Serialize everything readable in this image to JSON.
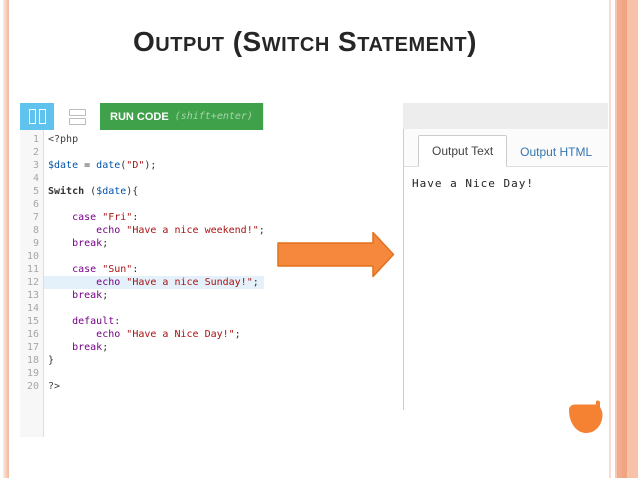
{
  "slide": {
    "title": "Output (Switch Statement)"
  },
  "editor": {
    "toolbar": {
      "run_label": "RUN CODE",
      "run_hint": "(shift+enter)"
    },
    "highlight_line": 12,
    "lines": [
      {
        "n": 1,
        "segments": [
          {
            "t": "<?php",
            "c": "meta"
          }
        ]
      },
      {
        "n": 2,
        "segments": []
      },
      {
        "n": 3,
        "segments": [
          {
            "t": "$date",
            "c": "var"
          },
          {
            "t": " = ",
            "c": "plain"
          },
          {
            "t": "date",
            "c": "fn"
          },
          {
            "t": "(",
            "c": "plain"
          },
          {
            "t": "\"D\"",
            "c": "str"
          },
          {
            "t": ");",
            "c": "plain"
          }
        ]
      },
      {
        "n": 4,
        "segments": []
      },
      {
        "n": 5,
        "segments": [
          {
            "t": "Switch",
            "c": "kw2"
          },
          {
            "t": " (",
            "c": "plain"
          },
          {
            "t": "$date",
            "c": "var"
          },
          {
            "t": "){",
            "c": "plain"
          }
        ]
      },
      {
        "n": 6,
        "segments": []
      },
      {
        "n": 7,
        "segments": [
          {
            "t": "    ",
            "c": "plain"
          },
          {
            "t": "case",
            "c": "kw"
          },
          {
            "t": " ",
            "c": "plain"
          },
          {
            "t": "\"Fri\"",
            "c": "str"
          },
          {
            "t": ":",
            "c": "plain"
          }
        ]
      },
      {
        "n": 8,
        "segments": [
          {
            "t": "        ",
            "c": "plain"
          },
          {
            "t": "echo",
            "c": "kw"
          },
          {
            "t": " ",
            "c": "plain"
          },
          {
            "t": "\"Have a nice weekend!\"",
            "c": "str"
          },
          {
            "t": ";",
            "c": "plain"
          }
        ]
      },
      {
        "n": 9,
        "segments": [
          {
            "t": "    ",
            "c": "plain"
          },
          {
            "t": "break",
            "c": "kw"
          },
          {
            "t": ";",
            "c": "plain"
          }
        ]
      },
      {
        "n": 10,
        "segments": []
      },
      {
        "n": 11,
        "segments": [
          {
            "t": "    ",
            "c": "plain"
          },
          {
            "t": "case",
            "c": "kw"
          },
          {
            "t": " ",
            "c": "plain"
          },
          {
            "t": "\"Sun\"",
            "c": "str"
          },
          {
            "t": ":",
            "c": "plain"
          }
        ]
      },
      {
        "n": 12,
        "segments": [
          {
            "t": "        ",
            "c": "plain"
          },
          {
            "t": "echo",
            "c": "kw"
          },
          {
            "t": " ",
            "c": "plain"
          },
          {
            "t": "\"Have a nice Sunday!\"",
            "c": "str"
          },
          {
            "t": ";",
            "c": "plain"
          }
        ]
      },
      {
        "n": 13,
        "segments": [
          {
            "t": "    ",
            "c": "plain"
          },
          {
            "t": "break",
            "c": "kw"
          },
          {
            "t": ";",
            "c": "plain"
          }
        ]
      },
      {
        "n": 14,
        "segments": []
      },
      {
        "n": 15,
        "segments": [
          {
            "t": "    ",
            "c": "plain"
          },
          {
            "t": "default",
            "c": "kw"
          },
          {
            "t": ":",
            "c": "plain"
          }
        ]
      },
      {
        "n": 16,
        "segments": [
          {
            "t": "        ",
            "c": "plain"
          },
          {
            "t": "echo",
            "c": "kw"
          },
          {
            "t": " ",
            "c": "plain"
          },
          {
            "t": "\"Have a Nice Day!\"",
            "c": "str"
          },
          {
            "t": ";",
            "c": "plain"
          }
        ]
      },
      {
        "n": 17,
        "segments": [
          {
            "t": "    ",
            "c": "plain"
          },
          {
            "t": "break",
            "c": "kw"
          },
          {
            "t": ";",
            "c": "plain"
          }
        ]
      },
      {
        "n": 18,
        "segments": [
          {
            "t": "}",
            "c": "plain"
          }
        ]
      },
      {
        "n": 19,
        "segments": []
      },
      {
        "n": 20,
        "segments": [
          {
            "t": "?>",
            "c": "meta"
          }
        ]
      }
    ]
  },
  "output_panel": {
    "tabs": [
      {
        "label": "Output Text",
        "active": true
      },
      {
        "label": "Output HTML",
        "active": false
      }
    ],
    "content": "Have a Nice Day!"
  },
  "icons": {
    "columns_layout": "columns-layout-icon",
    "rows_layout": "rows-layout-icon",
    "arrow_right": "arrow-right-shape",
    "corner_blob": "orange-blob-shape"
  },
  "colors": {
    "run_button_green": "#3fa14a",
    "layout_button_blue": "#5fc3ee",
    "arrow_fill": "#f6883d",
    "arrow_border": "#e2711d",
    "blob_orange": "#f58233",
    "highlight_line_blue": "#e4f1fb",
    "frame_salmon": "#f2ab8c",
    "tab_link_blue": "#3276b1",
    "token_keyword": "#770088",
    "token_string": "#aa1111",
    "token_variable": "#0055aa"
  }
}
